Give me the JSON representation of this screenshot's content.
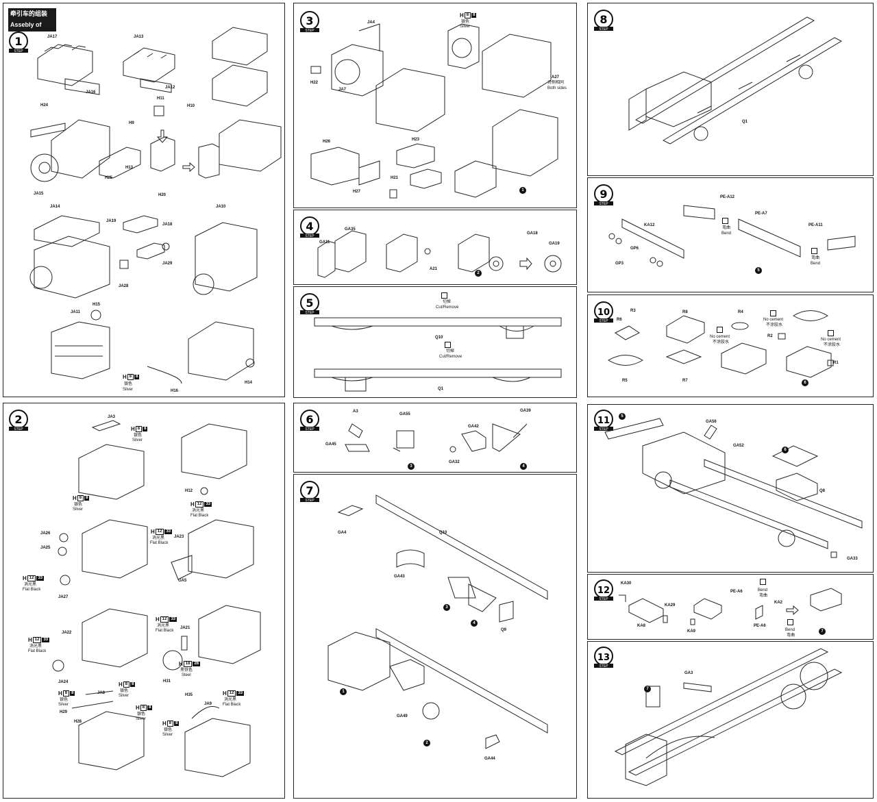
{
  "header": {
    "title_cn": "牵引车的组装",
    "title_en": "Assebly of tractor"
  },
  "step_word": "STEP",
  "steps": {
    "s1": {
      "num": "1",
      "labels": [
        "JA17",
        "JA16",
        "JA13",
        "JA12",
        "H24",
        "H11",
        "H10",
        "H9",
        "H13",
        "H20",
        "H25",
        "JA15",
        "JA14",
        "JA19",
        "JA18",
        "JA29",
        "JA28",
        "JA10",
        "JA11",
        "H15",
        "H16",
        "H14"
      ],
      "paint": {
        "h": "H",
        "n1": "8",
        "n2": "8",
        "cn": "银色",
        "en": "Silver"
      }
    },
    "s2": {
      "num": "2",
      "labels": [
        "JA3",
        "H12",
        "JA26",
        "JA25",
        "JA27",
        "JA23",
        "GA5",
        "JA22",
        "JA24",
        "JA21",
        "H31",
        "JA8",
        "H29",
        "H28",
        "H35",
        "JA9"
      ],
      "paint1": {
        "n1": "8",
        "n2": "8",
        "cn": "银色",
        "en": "Silver"
      },
      "paint2": {
        "n1": "8",
        "n2": "8",
        "cn": "银色",
        "en": "Silver"
      },
      "paint3": {
        "n1": "12",
        "n2": "33",
        "cn": "消光黑",
        "en": "Flat Black"
      },
      "paint4": {
        "n1": "12",
        "n2": "33",
        "cn": "消光黑",
        "en": "Flat Black"
      },
      "paint5": {
        "n1": "12",
        "n2": "33",
        "cn": "消光黑",
        "en": "Flat Black"
      },
      "paint6": {
        "n1": "12",
        "n2": "33",
        "cn": "消光黑",
        "en": "Flat Black"
      },
      "paint7": {
        "n1": "12",
        "n2": "33",
        "cn": "消光黑",
        "en": "Flat Black"
      },
      "paint8": {
        "n1": "18",
        "n2": "28",
        "cn": "黑铁色",
        "en": "Steel"
      },
      "paint9": {
        "n1": "8",
        "n2": "8",
        "cn": "银色",
        "en": "Silver"
      },
      "paint10": {
        "n1": "8",
        "n2": "8",
        "cn": "银色",
        "en": "Silver"
      },
      "paint11": {
        "n1": "8",
        "n2": "8",
        "cn": "银色",
        "en": "Silver"
      },
      "paint12": {
        "n1": "8",
        "n2": "8",
        "cn": "银色",
        "en": "Silver"
      },
      "paint13": {
        "n1": "12",
        "n2": "33",
        "cn": "消光黑",
        "en": "Flat Black"
      }
    },
    "s3": {
      "num": "3",
      "labels": [
        "JA4",
        "H22",
        "JA7",
        "A27",
        "H26",
        "H27",
        "H23",
        "H21"
      ],
      "paint": {
        "n1": "8",
        "n2": "8",
        "cn": "银色",
        "en": "Silver"
      },
      "note_cn": "对侧相同",
      "note_en": "Both sides",
      "sub": "1"
    },
    "s4": {
      "num": "4",
      "labels": [
        "GA35",
        "GA11",
        "A21",
        "GA18",
        "GA19"
      ],
      "sub": "2"
    },
    "s5": {
      "num": "5",
      "labels": [
        "Q10",
        "Q1"
      ],
      "cut_cn": "切掉",
      "cut_en": "Cut/Remove",
      "cut_cn2": "切掉",
      "cut_en2": "Cut/Remove"
    },
    "s6": {
      "num": "6",
      "labels": [
        "A3",
        "GA55",
        "GA45",
        "GA42",
        "GA32",
        "GA39"
      ],
      "subs": [
        "3",
        "4"
      ]
    },
    "s7": {
      "num": "7",
      "labels": [
        "GA4",
        "Q10",
        "GA43",
        "Q9",
        "GA49",
        "GA44"
      ],
      "subs": [
        "3",
        "4",
        "1",
        "2"
      ]
    },
    "s8": {
      "num": "8",
      "labels": [
        "Q1"
      ]
    },
    "s9": {
      "num": "9",
      "labels": [
        "PE-A12",
        "PE-A7",
        "KA12",
        "PE-A11",
        "GP6",
        "GP3"
      ],
      "bend_cn": "弯曲",
      "bend_en": "Bend",
      "sub": "5"
    },
    "s10": {
      "num": "10",
      "labels": [
        "R3",
        "R6",
        "R8",
        "R4",
        "R5",
        "R7",
        "R2",
        "R1"
      ],
      "nocement_en": "No cement",
      "nocement_cn": "不涂胶水",
      "sub": "6"
    },
    "s11": {
      "num": "11",
      "labels": [
        "GA56",
        "GA52",
        "Q8",
        "GA33"
      ],
      "subs": [
        "5",
        "6"
      ]
    },
    "s12": {
      "num": "12",
      "labels": [
        "KA30",
        "PE-A6",
        "KA29",
        "KA2",
        "KA8",
        "KA9",
        "PE-A6"
      ],
      "bend_en": "Bend",
      "bend_cn": "弯曲",
      "sub": "7"
    },
    "s13": {
      "num": "13",
      "labels": [
        "GA3"
      ],
      "sub": "7"
    }
  }
}
